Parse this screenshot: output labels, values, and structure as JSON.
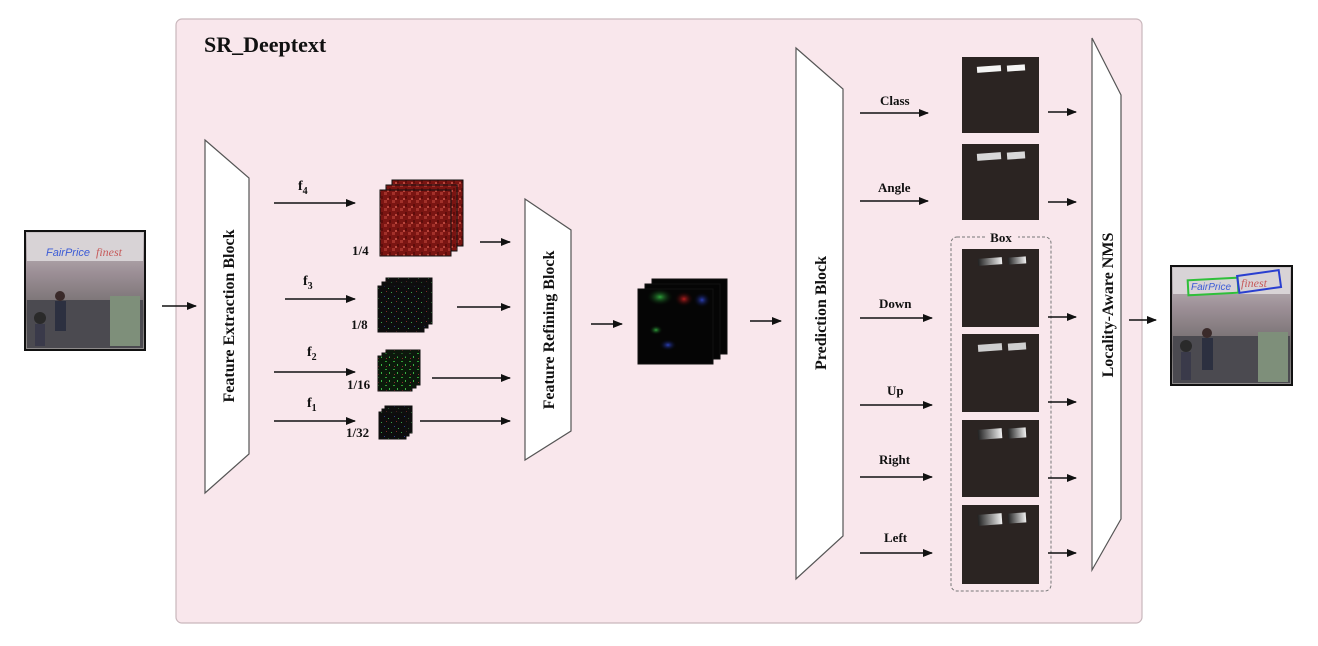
{
  "title": "SR_Deeptext",
  "input_image": {
    "text_left": "FairPrice",
    "text_right": "finest"
  },
  "output_image": {
    "text_left": "FairPrice",
    "text_right": "finest"
  },
  "blocks": {
    "feature_extraction": "Feature Extraction Block",
    "feature_refining": "Feature Refining Block",
    "prediction": "Prediction Block",
    "nms": "Locality-Aware NMS"
  },
  "features": [
    {
      "name": "f",
      "sub": "4",
      "scale": "1/4"
    },
    {
      "name": "f",
      "sub": "3",
      "scale": "1/8"
    },
    {
      "name": "f",
      "sub": "2",
      "scale": "1/16"
    },
    {
      "name": "f",
      "sub": "1",
      "scale": "1/32"
    }
  ],
  "outputs": {
    "class": "Class",
    "angle": "Angle",
    "box_group": "Box",
    "down": "Down",
    "up": "Up",
    "right": "Right",
    "left": "Left"
  },
  "colors": {
    "panel_fill": "#f9e7ec",
    "panel_border": "#c9b7bc",
    "map_dark": "#2b2422",
    "feature_red": "#8b1a16"
  }
}
